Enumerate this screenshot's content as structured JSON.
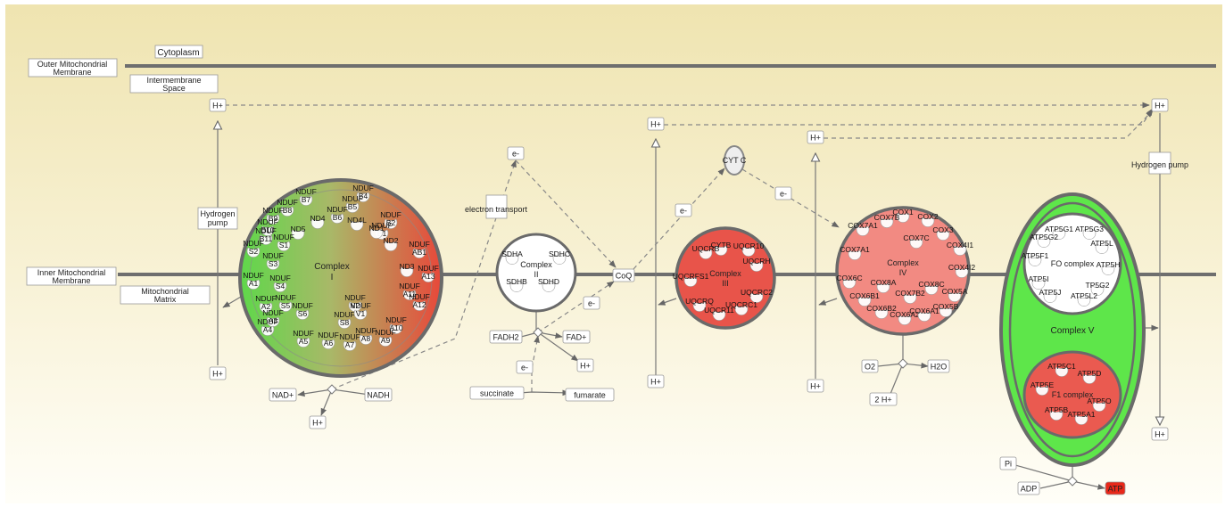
{
  "compartments": {
    "cytoplasm": "Cytoplasm",
    "outer_membrane": [
      "Outer Mitochondrial",
      "Membrane"
    ],
    "intermembrane": [
      "Intermembrane",
      "Space"
    ],
    "inner_membrane": [
      "Inner Mitochondrial",
      "Membrane"
    ],
    "matrix": [
      "Mitochondrial",
      "Matrix"
    ]
  },
  "colors": {
    "background_top": "#f0e6b4",
    "background_bottom": "#fffdf4",
    "membrane": "#6e6e6e",
    "upregulated": "#e0483a",
    "upregulated_light": "#f08478",
    "downregulated": "#5cd848",
    "neutral": "#ffffff",
    "atp": "#e8281a"
  },
  "complex_i": {
    "label": [
      "Complex",
      "I"
    ],
    "genes": [
      [
        "NDUF",
        "B7"
      ],
      [
        "NDUF",
        "B4"
      ],
      [
        "NDUF",
        "B8"
      ],
      [
        "NDUF",
        "B5"
      ],
      [
        "NDUF",
        "B9"
      ],
      [
        "NDUF",
        "B6"
      ],
      [
        "NDUF",
        "B10"
      ],
      [
        "ND4"
      ],
      [
        "ND4L"
      ],
      [
        "NDUF",
        "B2"
      ],
      [
        "NDUF",
        "B1"
      ],
      [
        "ND5"
      ],
      [
        "ND1"
      ],
      [
        "NDUF",
        "B11"
      ],
      [
        "NDUF",
        "S1"
      ],
      [
        "NDUF",
        "S2"
      ],
      [
        "NDUF",
        "S3"
      ],
      [
        "ND2"
      ],
      [
        "NDUF",
        "AB1"
      ],
      [
        "ND3"
      ],
      [
        "NDUF",
        "A13"
      ],
      [
        "NDUF",
        "A1"
      ],
      [
        "NDUF",
        "S4"
      ],
      [
        "NDUF",
        "A2"
      ],
      [
        "NDUF",
        "S5"
      ],
      [
        "NDUF",
        "S6"
      ],
      [
        "NDUF",
        "A3"
      ],
      [
        "NDUF",
        "V2"
      ],
      [
        "NDUF",
        "A11"
      ],
      [
        "NDUF",
        "A12"
      ],
      [
        "NDUF",
        "A4"
      ],
      [
        "NDUF",
        "S8"
      ],
      [
        "NDUF",
        "V1"
      ],
      [
        "NDUF",
        "A10"
      ],
      [
        "NDUF",
        "A5"
      ],
      [
        "NDUF",
        "A6"
      ],
      [
        "NDUF",
        "A7"
      ],
      [
        "NDUF",
        "A8"
      ],
      [
        "NDUF",
        "A9"
      ]
    ]
  },
  "complex_ii": {
    "label": [
      "Complex",
      "II"
    ],
    "genes": [
      "SDHA",
      "SDHC",
      "SDHB",
      "SDHD"
    ]
  },
  "complex_iii": {
    "label": [
      "Complex",
      "III"
    ],
    "genes": [
      "CYTB",
      "UQCR10",
      "UQCRB",
      "UQCRH",
      "UQCRFS1",
      "UQCRC2",
      "UQCRQ",
      "UQCRC1",
      "UQCR11"
    ]
  },
  "complex_iv": {
    "label": [
      "Complex",
      "IV"
    ],
    "genes": [
      "COX1",
      "COX2",
      "COX7B",
      "COX3",
      "COX7A1",
      "COX7C",
      "COX4I1",
      "COX7A1",
      "COX4I2",
      "COX6C",
      "COX8A",
      "COX8C",
      "COX6B1",
      "COX7B2",
      "COX5A",
      "COX6B2",
      "COX6A2",
      "COX6A1",
      "COX5B"
    ]
  },
  "complex_v": {
    "label": "Complex V",
    "fo_label": "FO complex",
    "f1_label": "F1 complex",
    "fo_genes": [
      "ATP5G1",
      "ATP5G3",
      "ATP5G2",
      "ATP5L",
      "ATP5F1",
      "ATP5H",
      "ATP5I",
      "ATP5J",
      "TP5G2",
      "ATP5L2"
    ],
    "f1_genes": [
      "ATP5C1",
      "ATP5D",
      "ATP5E",
      "ATP5B",
      "ATP5O",
      "ATP5A1"
    ]
  },
  "metabolites": {
    "h_plus": "H+",
    "electron": "e-",
    "coq": "CoQ",
    "cytc": "CYT C",
    "nad": "NAD+",
    "nadh": "NADH",
    "fadh2": "FADH2",
    "fad": "FAD+",
    "succinate": "succinate",
    "fumarate": "fumarate",
    "o2": "O2",
    "h2o": "H2O",
    "two_h": "2 H+",
    "pi": "Pi",
    "adp": "ADP",
    "atp": "ATP"
  },
  "labels": {
    "hydrogen_pump_left": [
      "Hydrogen",
      "pump"
    ],
    "hydrogen_pump_right": "Hydrogen pump",
    "electron_transport": "electron transport"
  }
}
